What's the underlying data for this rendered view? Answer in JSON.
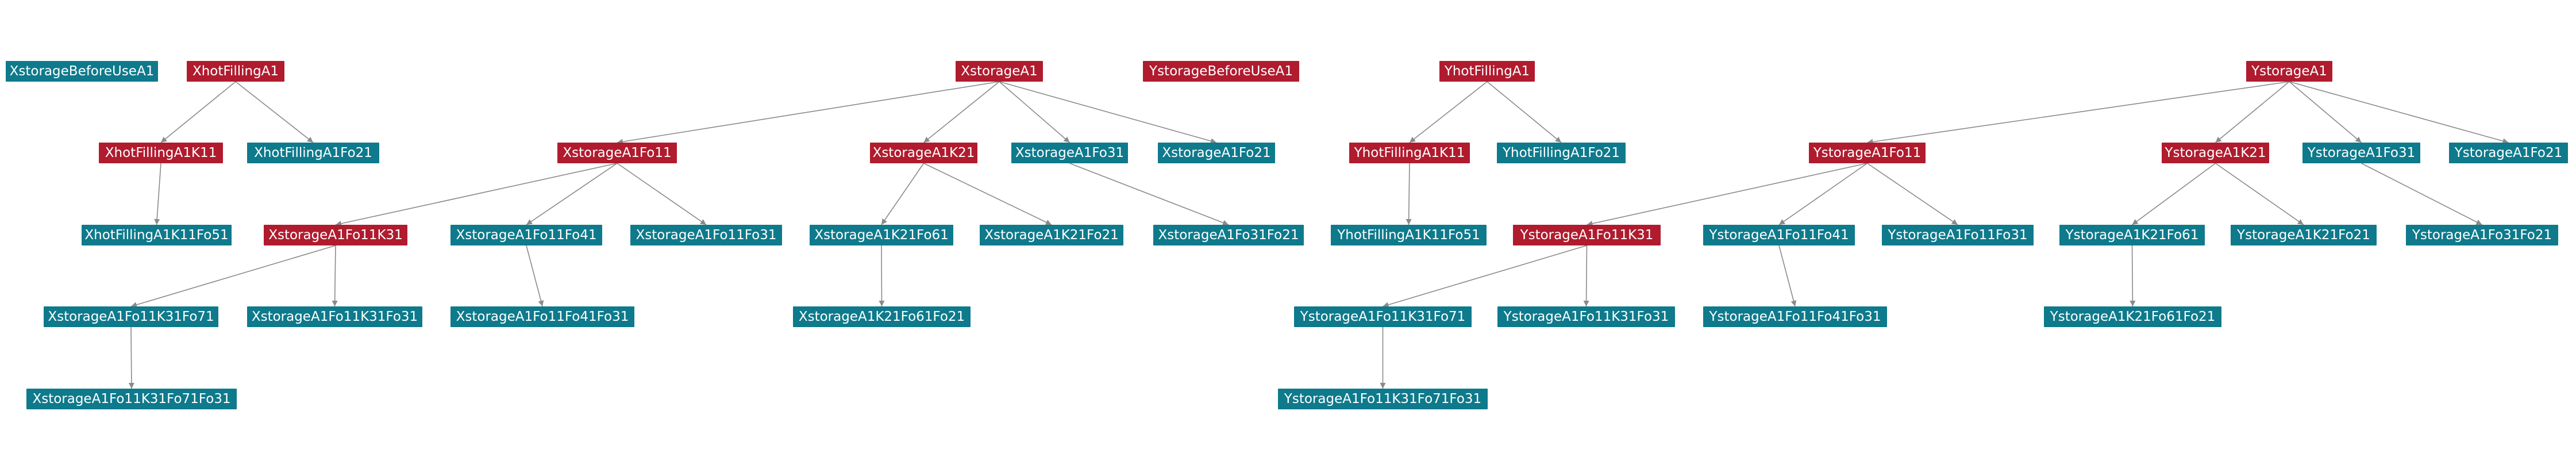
{
  "colors": {
    "branch": "#b01b2e",
    "leaf": "#0e7a8c",
    "edge": "#8a8a8a",
    "background": "#ffffff"
  },
  "nodes": [
    {
      "id": "n1",
      "label": "XstorageBeforeUseA1",
      "kind": "leaf"
    },
    {
      "id": "n2",
      "label": "XhotFillingA1",
      "kind": "branch"
    },
    {
      "id": "n3",
      "label": "XhotFillingA1K11",
      "kind": "branch"
    },
    {
      "id": "n4",
      "label": "XhotFillingA1Fo21",
      "kind": "leaf"
    },
    {
      "id": "n5",
      "label": "XhotFillingA1K11Fo51",
      "kind": "leaf"
    },
    {
      "id": "n6",
      "label": "XstorageA1",
      "kind": "branch"
    },
    {
      "id": "n7",
      "label": "XstorageA1Fo11",
      "kind": "branch"
    },
    {
      "id": "n8",
      "label": "XstorageA1K21",
      "kind": "branch"
    },
    {
      "id": "n9",
      "label": "XstorageA1Fo31",
      "kind": "leaf"
    },
    {
      "id": "n10",
      "label": "XstorageA1Fo21",
      "kind": "leaf"
    },
    {
      "id": "n11",
      "label": "XstorageA1Fo11K31",
      "kind": "branch"
    },
    {
      "id": "n12",
      "label": "XstorageA1Fo11Fo41",
      "kind": "leaf"
    },
    {
      "id": "n13",
      "label": "XstorageA1Fo11Fo31",
      "kind": "leaf"
    },
    {
      "id": "n14",
      "label": "XstorageA1K21Fo61",
      "kind": "leaf"
    },
    {
      "id": "n15",
      "label": "XstorageA1K21Fo21",
      "kind": "leaf"
    },
    {
      "id": "n16",
      "label": "XstorageA1Fo31Fo21",
      "kind": "leaf"
    },
    {
      "id": "n17",
      "label": "XstorageA1Fo11K31Fo71",
      "kind": "leaf"
    },
    {
      "id": "n18",
      "label": "XstorageA1Fo11K31Fo31",
      "kind": "leaf"
    },
    {
      "id": "n19",
      "label": "XstorageA1Fo11Fo41Fo31",
      "kind": "leaf"
    },
    {
      "id": "n20",
      "label": "XstorageA1K21Fo61Fo21",
      "kind": "leaf"
    },
    {
      "id": "n21",
      "label": "XstorageA1Fo11K31Fo71Fo31",
      "kind": "leaf"
    },
    {
      "id": "n22",
      "label": "YstorageBeforeUseA1",
      "kind": "branch"
    },
    {
      "id": "n23",
      "label": "YhotFillingA1",
      "kind": "branch"
    },
    {
      "id": "n24",
      "label": "YhotFillingA1K11",
      "kind": "branch"
    },
    {
      "id": "n25",
      "label": "YhotFillingA1Fo21",
      "kind": "leaf"
    },
    {
      "id": "n26",
      "label": "YhotFillingA1K11Fo51",
      "kind": "leaf"
    },
    {
      "id": "n27",
      "label": "YstorageA1",
      "kind": "branch"
    },
    {
      "id": "n28",
      "label": "YstorageA1Fo11",
      "kind": "branch"
    },
    {
      "id": "n29",
      "label": "YstorageA1K21",
      "kind": "branch"
    },
    {
      "id": "n30",
      "label": "YstorageA1Fo31",
      "kind": "leaf"
    },
    {
      "id": "n31",
      "label": "YstorageA1Fo21",
      "kind": "leaf"
    },
    {
      "id": "n32",
      "label": "YstorageA1Fo11K31",
      "kind": "branch"
    },
    {
      "id": "n33",
      "label": "YstorageA1Fo11Fo41",
      "kind": "leaf"
    },
    {
      "id": "n34",
      "label": "YstorageA1Fo11Fo31",
      "kind": "leaf"
    },
    {
      "id": "n35",
      "label": "YstorageA1K21Fo61",
      "kind": "leaf"
    },
    {
      "id": "n36",
      "label": "YstorageA1K21Fo21",
      "kind": "leaf"
    },
    {
      "id": "n37",
      "label": "YstorageA1Fo31Fo21",
      "kind": "leaf"
    },
    {
      "id": "n38",
      "label": "YstorageA1Fo11K31Fo71",
      "kind": "leaf"
    },
    {
      "id": "n39",
      "label": "YstorageA1Fo11K31Fo31",
      "kind": "leaf"
    },
    {
      "id": "n40",
      "label": "YstorageA1Fo11Fo41Fo31",
      "kind": "leaf"
    },
    {
      "id": "n41",
      "label": "YstorageA1K21Fo61Fo21",
      "kind": "leaf"
    },
    {
      "id": "n42",
      "label": "YstorageA1Fo11K31Fo71Fo31",
      "kind": "leaf"
    }
  ],
  "edges": [
    [
      "n2",
      "n3"
    ],
    [
      "n2",
      "n4"
    ],
    [
      "n3",
      "n5"
    ],
    [
      "n6",
      "n7"
    ],
    [
      "n6",
      "n8"
    ],
    [
      "n6",
      "n9"
    ],
    [
      "n6",
      "n10"
    ],
    [
      "n7",
      "n11"
    ],
    [
      "n7",
      "n12"
    ],
    [
      "n7",
      "n13"
    ],
    [
      "n8",
      "n14"
    ],
    [
      "n8",
      "n15"
    ],
    [
      "n9",
      "n16"
    ],
    [
      "n11",
      "n17"
    ],
    [
      "n11",
      "n18"
    ],
    [
      "n12",
      "n19"
    ],
    [
      "n14",
      "n20"
    ],
    [
      "n17",
      "n21"
    ],
    [
      "n23",
      "n24"
    ],
    [
      "n23",
      "n25"
    ],
    [
      "n24",
      "n26"
    ],
    [
      "n27",
      "n28"
    ],
    [
      "n27",
      "n29"
    ],
    [
      "n27",
      "n30"
    ],
    [
      "n27",
      "n31"
    ],
    [
      "n28",
      "n32"
    ],
    [
      "n28",
      "n33"
    ],
    [
      "n28",
      "n34"
    ],
    [
      "n29",
      "n35"
    ],
    [
      "n29",
      "n36"
    ],
    [
      "n30",
      "n37"
    ],
    [
      "n32",
      "n38"
    ],
    [
      "n32",
      "n39"
    ],
    [
      "n33",
      "n40"
    ],
    [
      "n35",
      "n41"
    ],
    [
      "n38",
      "n42"
    ]
  ]
}
